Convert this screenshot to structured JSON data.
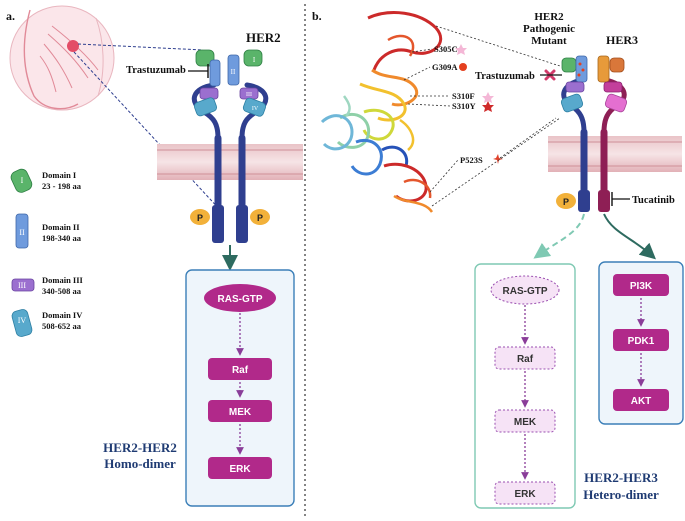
{
  "panel_a": {
    "letter": "a.",
    "receptor_title": "HER2",
    "drug": "Trastuzumab",
    "phospho": "P",
    "domain_numerals": [
      "I",
      "II",
      "III",
      "IV"
    ],
    "legend": [
      {
        "numeral": "I",
        "name": "Domain I",
        "range": "23 - 198 aa",
        "color": "#5ab46a"
      },
      {
        "numeral": "II",
        "name": "Domain II",
        "range": "198-340 aa",
        "color": "#6f9bdd"
      },
      {
        "numeral": "III",
        "name": "Domain III",
        "range": "340-508 aa",
        "color": "#9b6fcf"
      },
      {
        "numeral": "IV",
        "name": "Domain IV",
        "range": "508-652 aa",
        "color": "#58a9cc"
      }
    ],
    "cascade": [
      "RAS-GTP",
      "Raf",
      "MEK",
      "ERK"
    ],
    "caption_line1": "HER2-HER2",
    "caption_line2": "Homo-dimer"
  },
  "panel_b": {
    "letter": "b.",
    "receptor_left_line1": "HER2",
    "receptor_left_line2": "Pathogenic",
    "receptor_left_line3": "Mutant",
    "receptor_right": "HER3",
    "drug1": "Trastuzumab",
    "drug2": "Tucatinib",
    "phospho": "P",
    "mutations": [
      "S305C",
      "G309A",
      "S310F",
      "S310Y",
      "P523S"
    ],
    "cascade_left": [
      "RAS-GTP",
      "Raf",
      "MEK",
      "ERK"
    ],
    "cascade_right": [
      "PI3K",
      "PDK1",
      "AKT"
    ],
    "caption_line1": "HER2-HER3",
    "caption_line2": "Hetero-dimer"
  },
  "colors": {
    "receptor": "#2f3f8f",
    "her3": "#8e1f55",
    "node": "#b1298a",
    "node_light": "#f6e3f6",
    "box_stroke": "#3b7fb8",
    "box_fill": "#eef5fb",
    "caption": "#1f3b73",
    "membrane": "#d9a4ab",
    "arrow": "#2e6b60",
    "phospho": "#f2b13a"
  }
}
